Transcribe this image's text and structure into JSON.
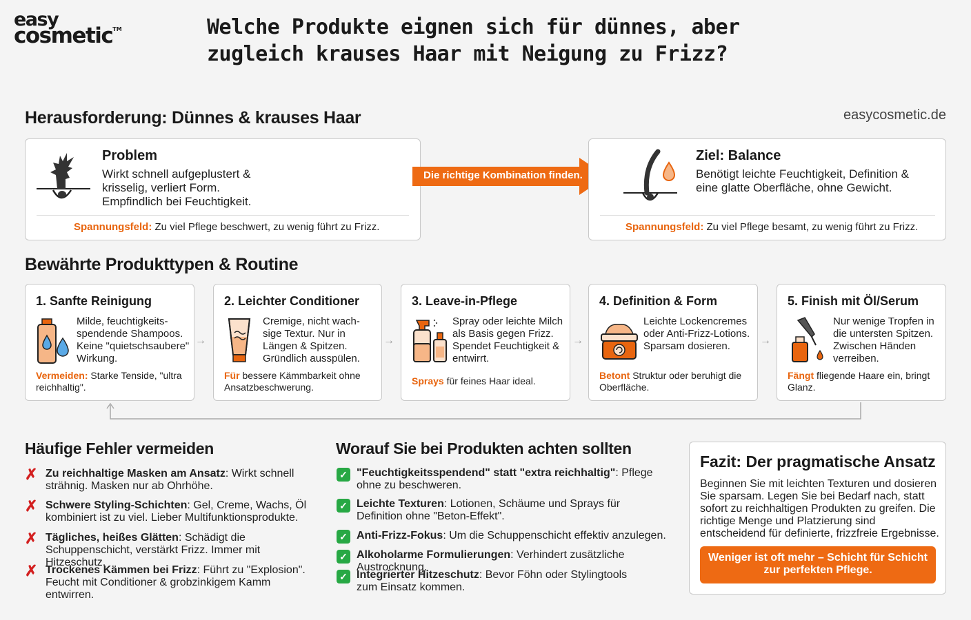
{
  "logo": {
    "line1": "easy",
    "line2": "cosmetic",
    "tm": "TM"
  },
  "title": "Welche Produkte eignen sich für dünnes, aber zugleich krauses Haar mit Neigung zu Frizz?",
  "site": "easycosmetic.de",
  "challenge": {
    "heading": "Herausforderung: Dünnes & krauses Haar",
    "problem": {
      "title": "Problem",
      "text": "Wirkt schnell aufgeplustert & krisselig, verliert Form. Empfindlich bei Feuchtigkeit.",
      "foot_label": "Spannungsfeld:",
      "foot_text": " Zu viel Pflege beschwert, zu wenig führt zu Frizz."
    },
    "arrow_label": "Die richtige Kombination finden.",
    "goal": {
      "title": "Ziel: Balance",
      "text": "Benötigt leichte Feuchtigkeit, Definition & eine glatte Oberfläche, ohne Gewicht.",
      "foot_label": "Spannungsfeld:",
      "foot_text": " Zu viel Pflege besamt, zu wenig führt zu Frizz."
    }
  },
  "routine": {
    "heading": "Bewährte Produkttypen & Routine",
    "steps": [
      {
        "title": "1. Sanfte Reinigung",
        "text": "Milde, feuchtigkeits-spendende Shampoos. Keine \"quietschsaubere\" Wirkung.",
        "foot_label": "Vermeiden:",
        "foot_text": " Starke Tenside, \"ultra reichhaltig\".",
        "icon": "shampoo-bottle-icon"
      },
      {
        "title": "2. Leichter Conditioner",
        "text": "Cremige, nicht wach-sige Textur. Nur in Längen & Spitzen. Gründlich ausspülen.",
        "foot_label": "Für",
        "foot_text": " bessere Kämmbarkeit ohne Ansatzbeschwerung.",
        "icon": "conditioner-tube-icon"
      },
      {
        "title": "3. Leave-in-Pflege",
        "text": "Spray oder leichte Milch als Basis gegen Frizz. Spendet Feuchtigkeit & entwirrt.",
        "foot_label": "Sprays",
        "foot_text": " für feines Haar ideal.",
        "icon": "spray-bottle-icon"
      },
      {
        "title": "4. Definition & Form",
        "text": "Leichte Lockencremes oder Anti-Frizz-Lotions. Sparsam dosieren.",
        "foot_label": "Betont",
        "foot_text": " Struktur oder beruhigt die Oberfläche.",
        "icon": "cream-jar-icon"
      },
      {
        "title": "5. Finish mit Öl/Serum",
        "text": "Nur wenige Tropfen in die untersten Spitzen. Zwischen Händen verreiben.",
        "foot_label": "Fängt",
        "foot_text": " fliegende Haare ein, bringt Glanz.",
        "icon": "dropper-bottle-icon"
      }
    ]
  },
  "errors": {
    "heading": "Häufige Fehler vermeiden",
    "items": [
      {
        "bold": "Zu reichhaltige Masken am Ansatz",
        "text": ": Wirkt schnell strähnig. Masken nur ab Ohrhöhe."
      },
      {
        "bold": "Schwere Styling-Schichten",
        "text": ": Gel, Creme, Wachs, Öl kombiniert ist zu viel. Lieber Multifunktionsprodukte."
      },
      {
        "bold": "Tägliches, heißes Glätten",
        "text": ": Schädigt die Schuppenschicht, verstärkt Frizz. Immer mit Hitzeschutz."
      },
      {
        "bold": "Trockenes Kämmen bei Frizz",
        "text": ": Führt zu \"Explosion\". Feucht mit Conditioner & grobzinkigem Kamm entwirren."
      }
    ]
  },
  "tips": {
    "heading": "Worauf Sie bei Produkten achten sollten",
    "items": [
      {
        "bold": "\"Feuchtigkeitsspendend\" statt \"extra reichhaltig\"",
        "text": ": Pflege ohne zu beschweren."
      },
      {
        "bold": "Leichte Texturen",
        "text": ": Lotionen, Schäume und Sprays für Definition ohne \"Beton-Effekt\"."
      },
      {
        "bold": "Anti-Frizz-Fokus",
        "text": ": Um die Schuppenschicht effektiv anzulegen."
      },
      {
        "bold": "Alkoholarme Formulierungen",
        "text": ": Verhindert zusätzliche Austrocknung."
      },
      {
        "bold": "Integrierter Hitzeschutz",
        "text": ": Bevor Föhn oder Stylingtools zum Einsatz kommen."
      }
    ]
  },
  "fazit": {
    "title": "Fazit: Der pragmatische Ansatz",
    "text": "Beginnen Sie mit leichten Texturen und dosieren Sie sparsam. Legen Sie bei Bedarf nach, statt sofort zu reichhaltigen Produkten zu greifen. Die richtige Menge und Platzierung sind entscheidend für definierte, frizzfreie Ergebnisse.",
    "button": "Weniger ist oft mehr – Schicht für Schicht zur perfekten Pflege."
  },
  "colors": {
    "accent": "#e8650f",
    "error": "#d32020",
    "check": "#27a844"
  }
}
